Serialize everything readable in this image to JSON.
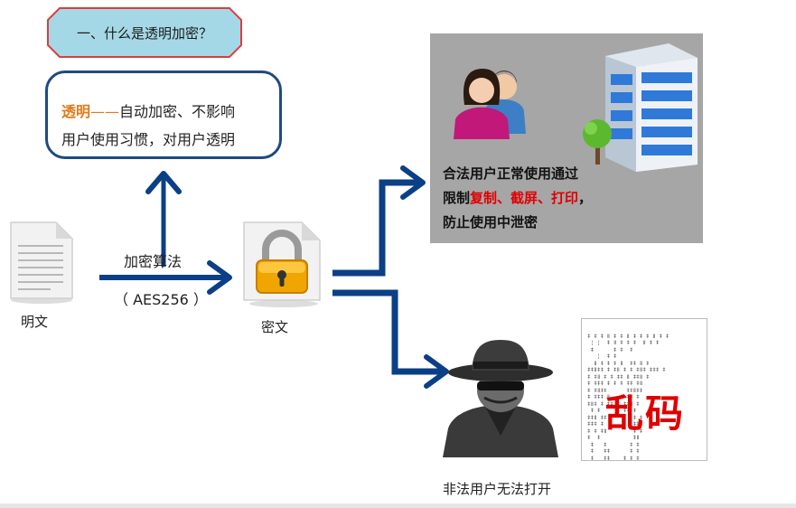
{
  "title": "一、什么是透明加密？",
  "definition": {
    "term": "透明",
    "dash": "——",
    "rest": "自动加密、不影响",
    "line2": "用户使用习惯，对用户透明"
  },
  "plaintext_label": "明文",
  "algorithm": {
    "label": "加密算法",
    "name": "（ AES256 ）"
  },
  "ciphertext_label": "密文",
  "legal_user": {
    "line1": "合法用户正常使用通过",
    "line2_prefix": "限制",
    "line2_red": "复制、截屏、打印",
    "line2_suffix": "，",
    "line3": "防止使用中泄密"
  },
  "garbled": {
    "word": "乱码"
  },
  "illegal_user_label": "非法用户无法打开",
  "colors": {
    "arrow": "#0b3f86",
    "title_badge_fill": "#a5d8e6",
    "title_badge_border": "#e03c3c",
    "box_border": "#1e4b80",
    "term": "#e07a1a",
    "highlight": "#e00000",
    "panel": "#a6a6a6"
  },
  "icons": [
    "document-icon",
    "lock-file-icon",
    "users-icon",
    "building-icon",
    "tree-icon",
    "spy-icon"
  ]
}
